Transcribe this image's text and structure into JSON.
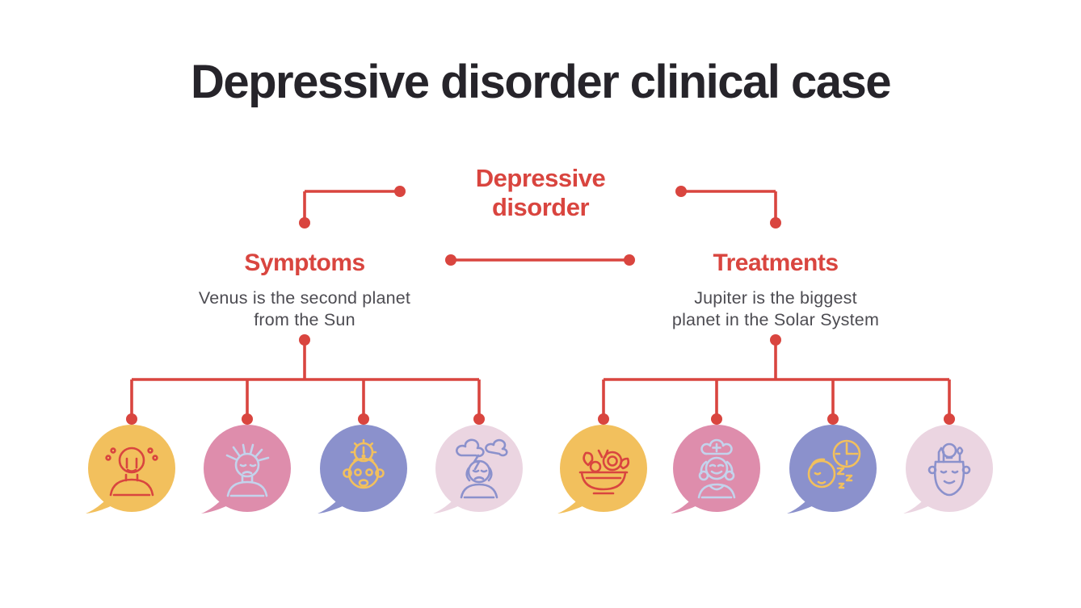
{
  "header": {
    "title": "Depressive disorder clinical case"
  },
  "colors": {
    "accent_red": "#D9453F",
    "title_text": "#26242A",
    "body_text": "#4D4C52",
    "background": "#FFFFFF"
  },
  "diagram": {
    "root_label_lines": [
      "Depressive",
      "disorder"
    ],
    "branches": [
      {
        "label": "Symptoms",
        "description_lines": [
          "Venus is the second planet",
          "from the Sun"
        ],
        "items": [
          {
            "icon": "crying-person-icon",
            "bubble_color": "#F2C05D",
            "icon_color": "#D9453F"
          },
          {
            "icon": "frazzled-hair-person-icon",
            "bubble_color": "#DE8DAC",
            "icon_color": "#C3D3EC"
          },
          {
            "icon": "gear-head-person-icon",
            "bubble_color": "#8B91CC",
            "icon_color": "#F2C05D"
          },
          {
            "icon": "storm-cloud-person-icon",
            "bubble_color": "#EBD5E1",
            "icon_color": "#8B91CC"
          }
        ]
      },
      {
        "label": "Treatments",
        "description_lines": [
          "Jupiter is the biggest",
          "planet in the Solar System"
        ],
        "items": [
          {
            "icon": "healthy-food-bowl-icon",
            "bubble_color": "#F2C05D",
            "icon_color": "#D9453F"
          },
          {
            "icon": "therapist-woman-icon",
            "bubble_color": "#DE8DAC",
            "icon_color": "#C3D3EC"
          },
          {
            "icon": "sleep-schedule-icon",
            "bubble_color": "#8B91CC",
            "icon_color": "#F2C05D"
          },
          {
            "icon": "creative-mind-icon",
            "bubble_color": "#EBD5E1",
            "icon_color": "#8B91CC"
          }
        ]
      }
    ]
  }
}
